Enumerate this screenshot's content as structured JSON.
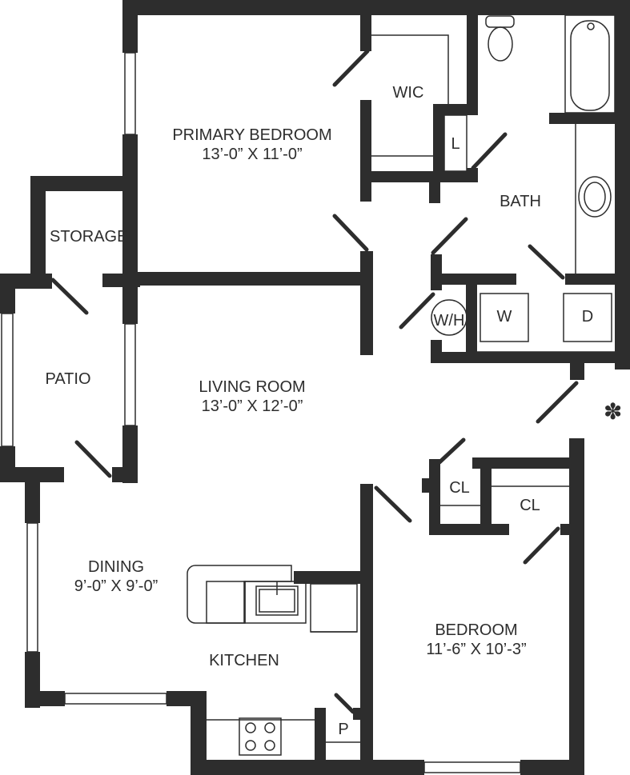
{
  "rooms": {
    "primary_bedroom": {
      "name": "PRIMARY BEDROOM",
      "dims": "13’-0” X 11’-0”"
    },
    "living_room": {
      "name": "LIVING ROOM",
      "dims": "13’-0” X 12’-0”"
    },
    "dining": {
      "name": "DINING",
      "dims": "9’-0” X 9’-0”"
    },
    "kitchen": {
      "name": "KITCHEN"
    },
    "bedroom": {
      "name": "BEDROOM",
      "dims": "11’-6” X 10’-3”"
    },
    "bath": {
      "name": "BATH"
    },
    "wic": {
      "name": "WIC"
    },
    "storage": {
      "name": "STORAGE"
    },
    "patio": {
      "name": "PATIO"
    }
  },
  "fixtures": {
    "linen": "L",
    "closet_1": "CL",
    "closet_2": "CL",
    "pantry": "P",
    "water_heater": "W/H",
    "washer": "W",
    "dryer": "D"
  },
  "marker": "✽",
  "colors": {
    "wall": "#2d2d2d",
    "line": "#2d2d2d",
    "background": "#ffffff"
  }
}
